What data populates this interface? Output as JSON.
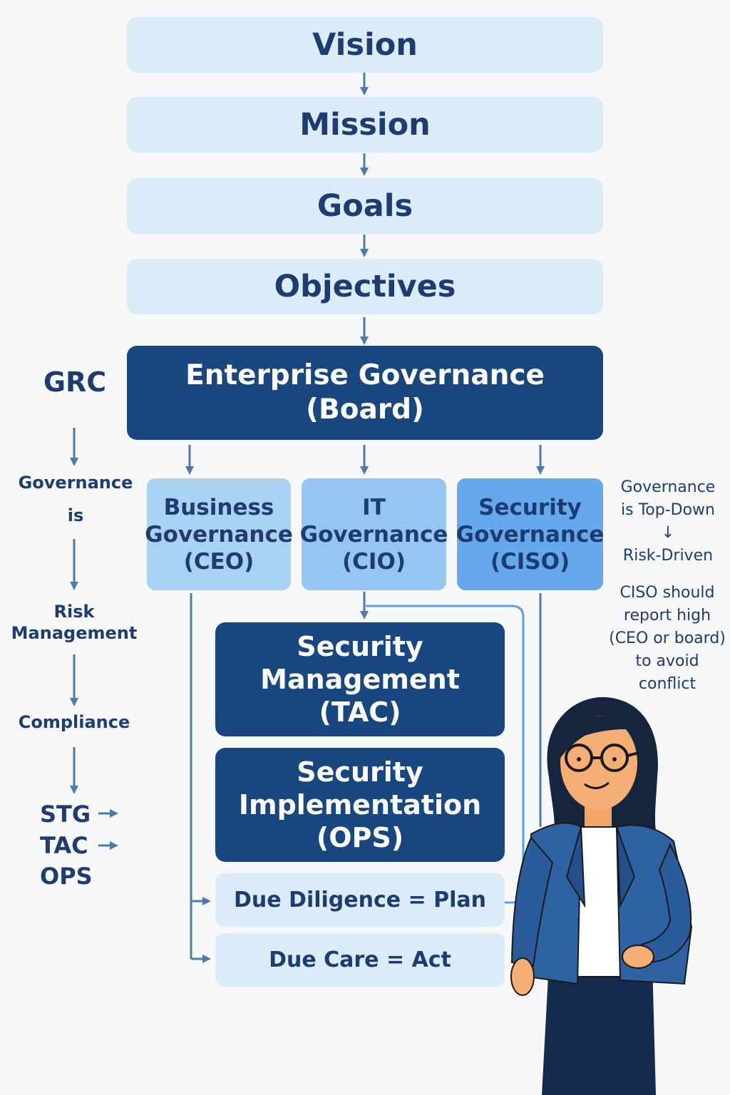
{
  "hierarchy": {
    "vision": "Vision",
    "mission": "Mission",
    "goals": "Goals",
    "objectives": "Objectives",
    "enterprise": "Enterprise Governance\n(Board)"
  },
  "governance": {
    "business": "Business\nGovernance\n(CEO)",
    "it": "IT\nGovernance\n(CIO)",
    "security": "Security\nGovernance\n(CISO)"
  },
  "management": {
    "security_management": "Security\nManagement\n(TAC)",
    "security_implementation": "Security\nImplementation\n(OPS)",
    "due_diligence": "Due Diligence  =  Plan",
    "due_care": "Due Care  =  Act"
  },
  "left_flow": {
    "grc": "GRC",
    "governance_is": "Governance\n\nis",
    "risk_management": "Risk\nManagement",
    "compliance": "Compliance",
    "stg": "STG",
    "tac": "TAC",
    "ops": "OPS"
  },
  "right_notes": {
    "top_down": "Governance\nis Top-Down\n↓\nRisk-Driven",
    "ciso": "CISO should\nreport high\n(CEO or board)\nto avoid conflict"
  },
  "colors": {
    "light_box": "#d9ecf7",
    "dark_box": "#18467f",
    "arrow": "#4e79a8",
    "accent_line": "#5aa0e6"
  }
}
